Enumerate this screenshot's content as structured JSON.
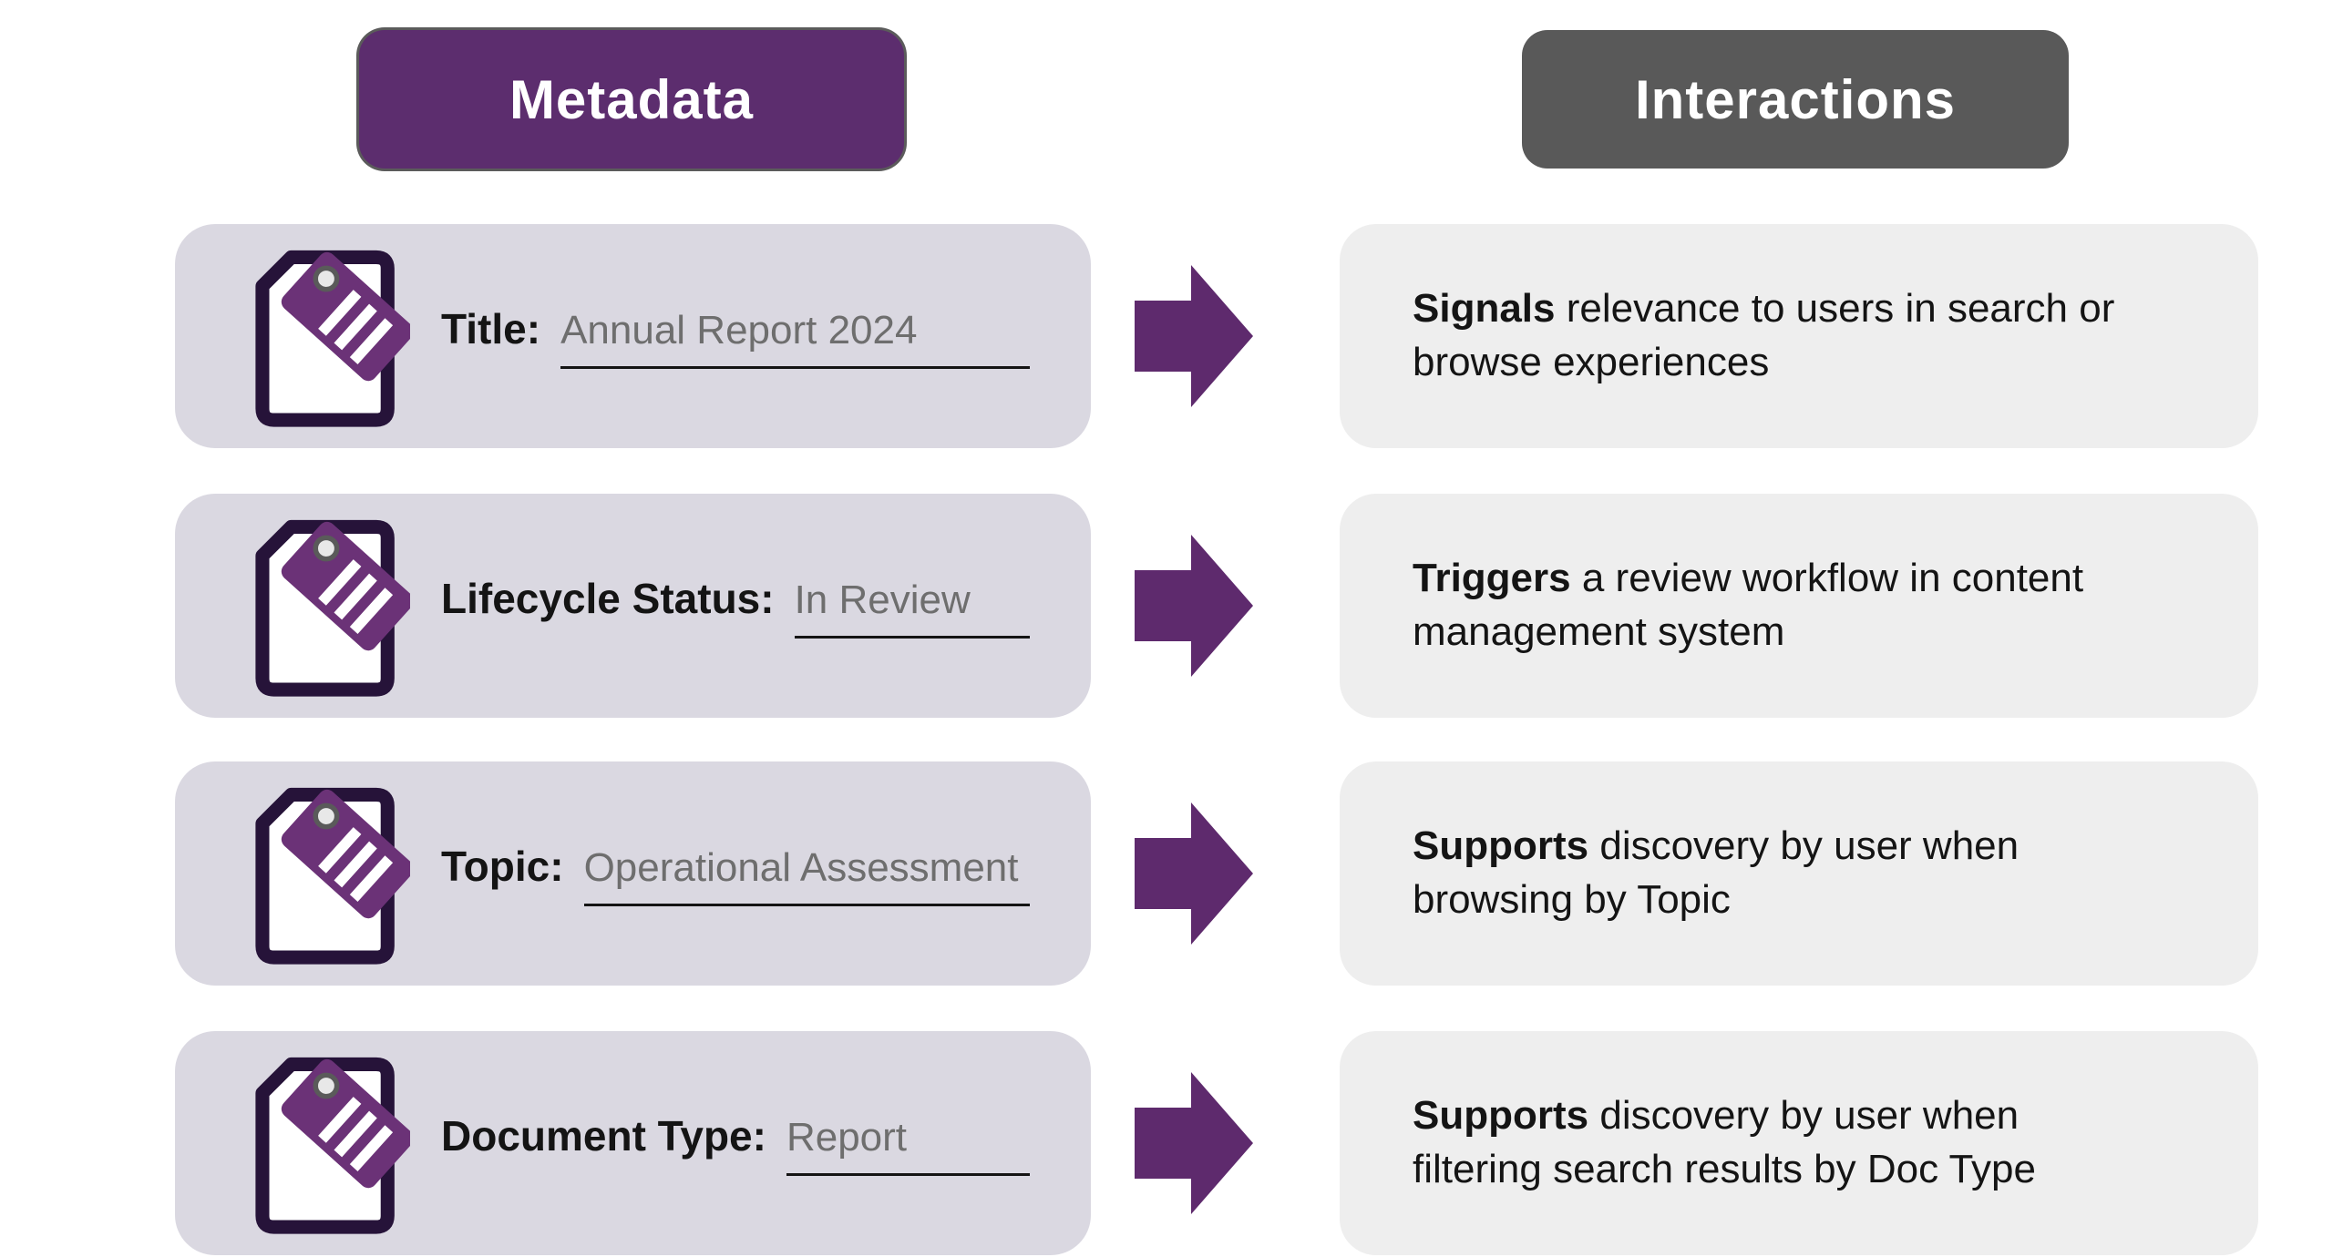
{
  "headers": {
    "metadata": "Metadata",
    "interactions": "Interactions"
  },
  "colors": {
    "metadata_pill": "#5C2D6E",
    "interactions_pill": "#595959",
    "metadata_card_bg": "#DAD8E1",
    "interaction_card_bg": "#EEEEEE",
    "arrow_purple": "#5E2A6D",
    "tag_purple": "#6B3277",
    "document_outline": "#261339",
    "value_text": "#6E6E6E",
    "body_text": "#141414"
  },
  "icons": {
    "row_icon": "document-with-tag-icon",
    "flow_icon": "right-arrow-icon"
  },
  "rows": [
    {
      "label": "Title:",
      "value": "Annual Report 2024",
      "lead": "Signals",
      "desc_line1": "relevance to users in search or",
      "desc_line2": "browse experiences"
    },
    {
      "label": "Lifecycle Status:",
      "value": "In Review",
      "lead": "Triggers",
      "desc_line1": "a review workflow in content",
      "desc_line2": "management system"
    },
    {
      "label": "Topic:",
      "value": "Operational Assessment",
      "lead": "Supports",
      "desc_line1": "discovery by user when",
      "desc_line2": "browsing by Topic"
    },
    {
      "label": "Document Type:",
      "value": "Report",
      "lead": "Supports",
      "desc_line1": "discovery by user when",
      "desc_line2": "filtering search results by Doc Type"
    }
  ]
}
